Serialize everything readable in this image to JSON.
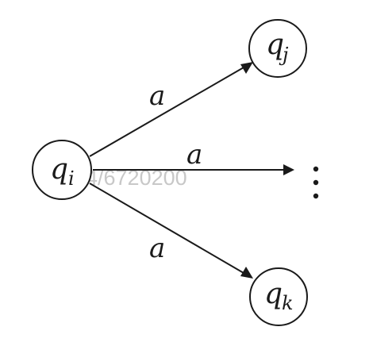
{
  "states": {
    "source": {
      "symbol": "q",
      "subscript": "i"
    },
    "top_target": {
      "symbol": "q",
      "subscript": "j"
    },
    "bottom_target": {
      "symbol": "q",
      "subscript": "k"
    }
  },
  "edges": {
    "upper": {
      "label": "a"
    },
    "middle": {
      "label": "a"
    },
    "lower": {
      "label": "a"
    }
  },
  "watermark": {
    "text": "4/6720200"
  }
}
